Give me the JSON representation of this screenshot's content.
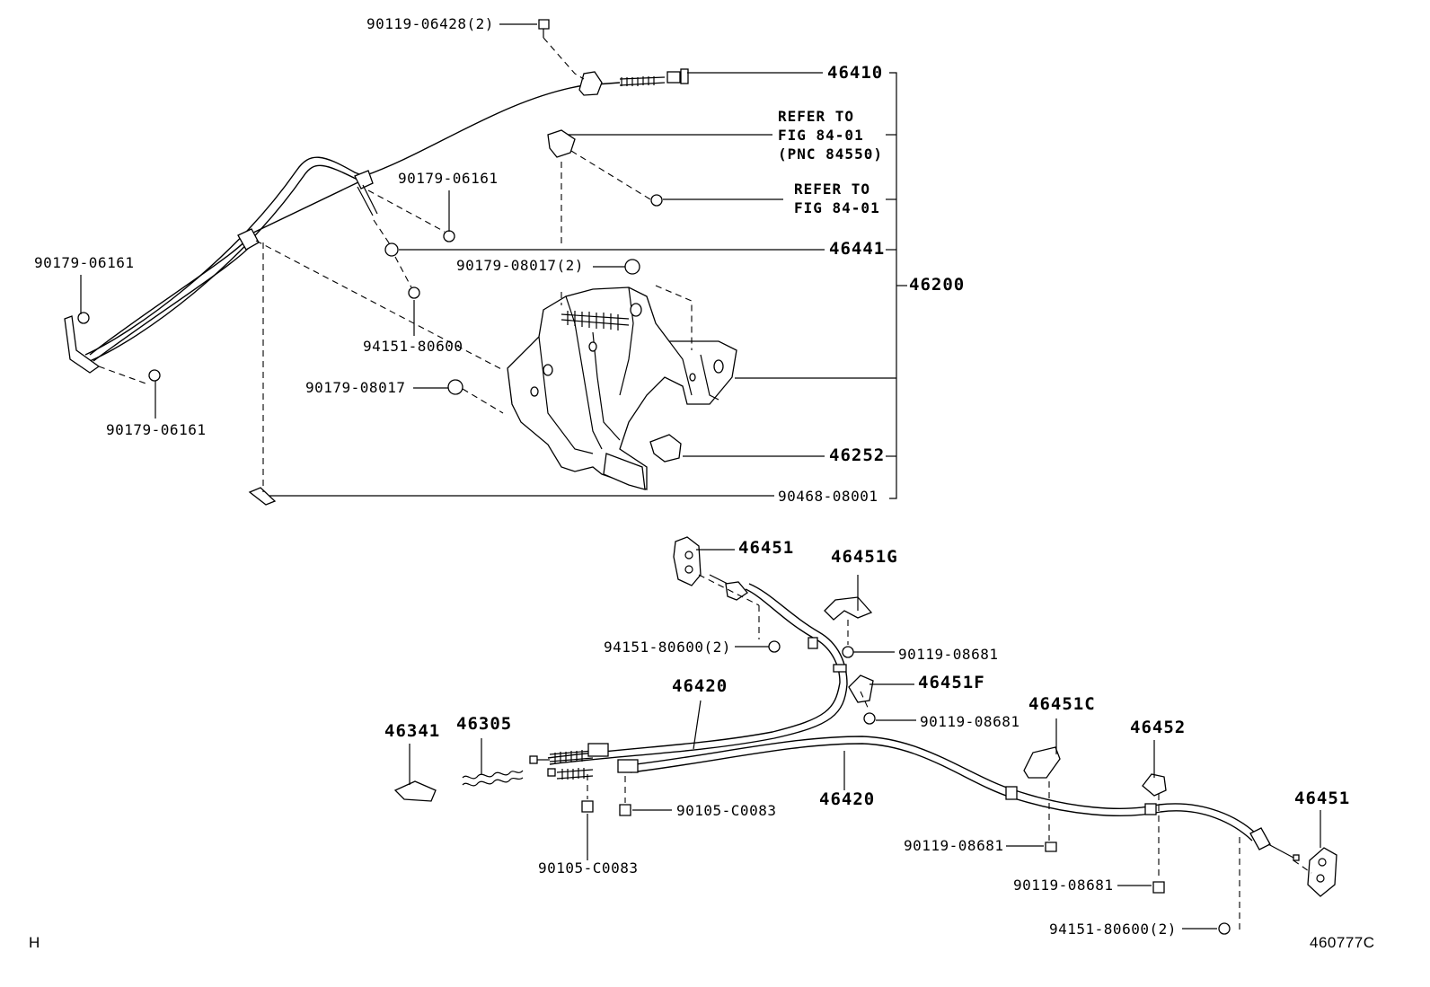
{
  "labels": {
    "p90119_06428": "90119-06428(2)",
    "p46410": "46410",
    "ref1_a": "REFER TO",
    "ref1_b": "FIG 84-01",
    "ref1_c": "(PNC 84550)",
    "ref2_a": "REFER TO",
    "ref2_b": "FIG 84-01",
    "p90179_06161_a": "90179-06161",
    "p46441": "46441",
    "p46200": "46200",
    "p90179_06161_b": "90179-06161",
    "p90179_08017_2": "90179-08017(2)",
    "p94151_80600_a": "94151-80600",
    "p90179_08017": "90179-08017",
    "p90179_06161_c": "90179-06161",
    "p46252": "46252",
    "p90468_08001": "90468-08001",
    "p46451_a": "46451",
    "p46451G": "46451G",
    "p94151_80600_2a": "94151-80600(2)",
    "p90119_08681_a": "90119-08681",
    "p46420_a": "46420",
    "p46451F": "46451F",
    "p90119_08681_b": "90119-08681",
    "p46341": "46341",
    "p46305": "46305",
    "p46451C": "46451C",
    "p46452": "46452",
    "p46451_b": "46451",
    "p46420_b": "46420",
    "p90105_C0083_a": "90105-C0083",
    "p90119_08681_c": "90119-08681",
    "p90105_C0083_b": "90105-C0083",
    "p90119_08681_d": "90119-08681",
    "p94151_80600_2b": "94151-80600(2)",
    "corner_left": "H",
    "corner_right": "460777C"
  }
}
